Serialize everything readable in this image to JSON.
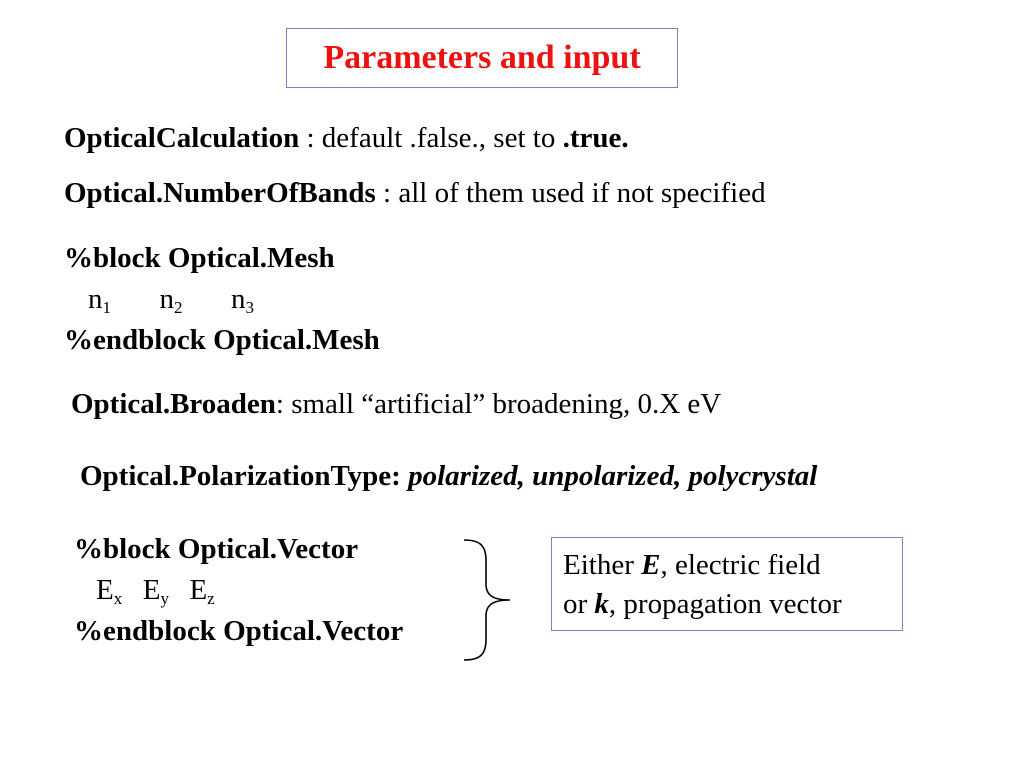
{
  "slide": {
    "title": "Parameters and input",
    "title_color": "#ee1111",
    "border_color": "#8080c0"
  },
  "params": {
    "optical_calc": {
      "name": "OpticalCalculation",
      "desc": " : default .false., set to ",
      "value": ".true."
    },
    "number_of_bands": {
      "name": "Optical.NumberOfBands",
      "desc": " : all of them used if not specified"
    },
    "mesh_block": {
      "begin": "%block Optical.Mesh",
      "n": "n",
      "sub1": "1",
      "sub2": "2",
      "sub3": "3",
      "end": "%endblock Optical.Mesh"
    },
    "broaden": {
      "name": "Optical.Broaden",
      "desc": ": small “artificial” broadening, 0.X eV"
    },
    "polarization": {
      "name": "Optical.PolarizationType:",
      "options": " polarized, unpolarized, polycrystal"
    },
    "vector_block": {
      "begin": "%block Optical.Vector",
      "e": "E",
      "sub_x": "x",
      "sub_y": "y",
      "sub_z": "z",
      "end": "%endblock Optical.Vector"
    }
  },
  "note": {
    "line1_prefix": "Either ",
    "line1_symbol": "E",
    "line1_suffix": ", electric field",
    "line2_prefix": "or ",
    "line2_symbol": "k",
    "line2_suffix": ", propagation vector"
  }
}
